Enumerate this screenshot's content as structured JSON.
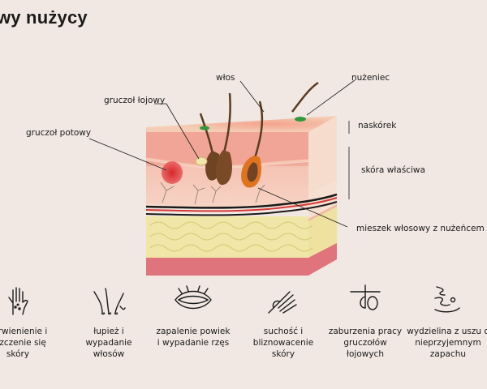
{
  "title": "wy nużycy",
  "labels": {
    "wlos": "włos",
    "nuzeniec": "nużeniec",
    "gruczol_lojowy": "gruczoł łojowy",
    "gruczol_potowy": "gruczoł potowy",
    "naskorek": "naskórek",
    "skora_wlasciwa": "skóra właściwa",
    "mieszek": "mieszek włosowy z nużeńcem"
  },
  "symptoms": [
    {
      "icon": "hand-icon",
      "lines": [
        "zerwienienie i",
        "uszczenie się",
        "skóry"
      ]
    },
    {
      "icon": "hair-roots-icon",
      "lines": [
        "łupież i",
        "wypadanie",
        "włosów"
      ]
    },
    {
      "icon": "eye-icon",
      "lines": [
        "zapalenie powiek",
        "i wypadanie rzęs"
      ]
    },
    {
      "icon": "hand-touch-icon",
      "lines": [
        "suchość i",
        "bliznowacenie",
        "skóry"
      ]
    },
    {
      "icon": "sebaceous-gland-icon",
      "lines": [
        "zaburzenia pracy",
        "gruczołów",
        "łojowych"
      ]
    },
    {
      "icon": "ear-icon",
      "lines": [
        "wydzielina z uszu o",
        "nieprzyjemnym",
        "zapachu"
      ]
    }
  ]
}
